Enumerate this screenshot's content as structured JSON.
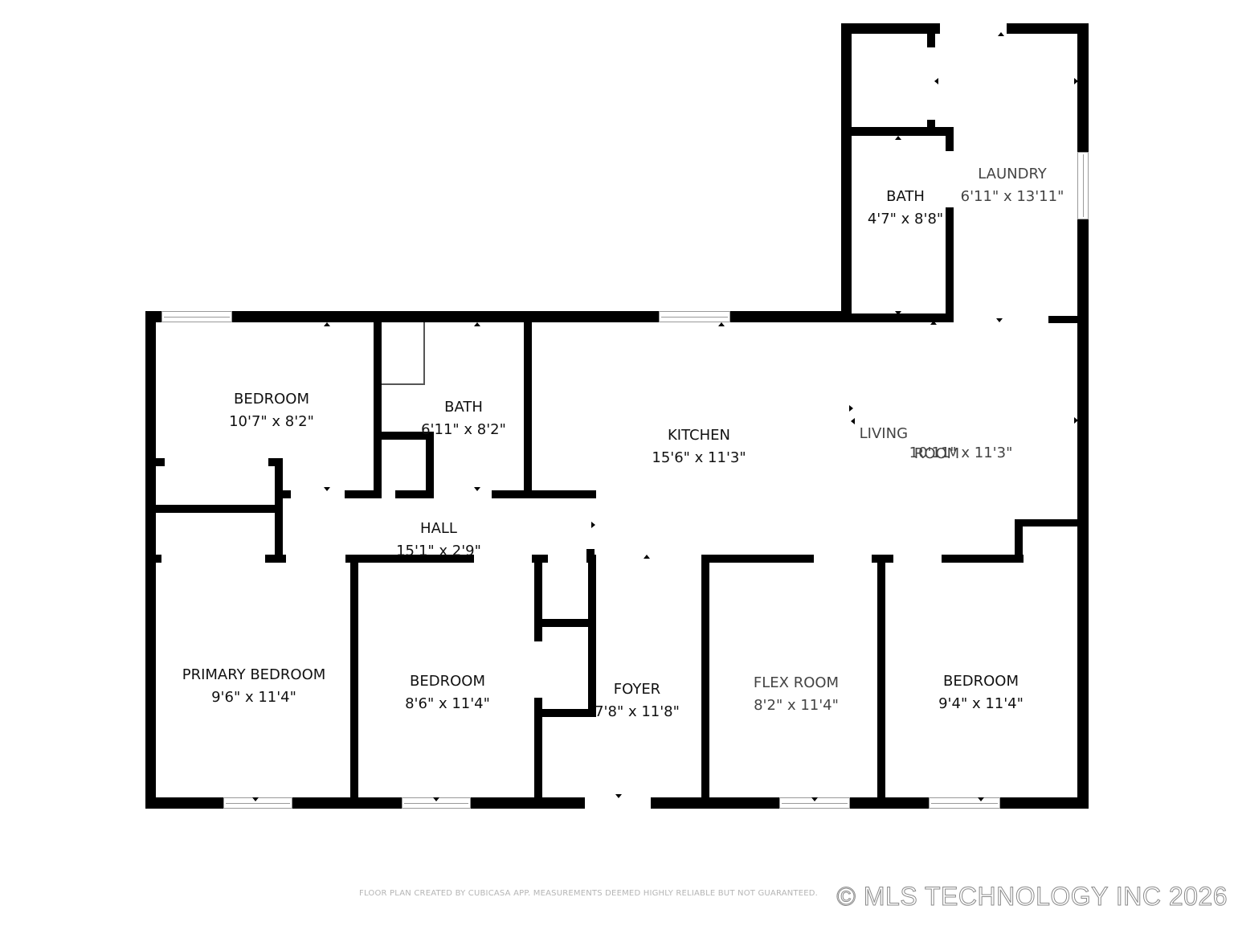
{
  "floor_plan": {
    "rooms": [
      {
        "id": "laundry",
        "name": "LAUNDRY",
        "dimensions": "6'11\" x 13'11\""
      },
      {
        "id": "bath-upper",
        "name": "BATH",
        "dimensions": "4'7\" x 8'8\""
      },
      {
        "id": "bedroom-nw",
        "name": "BEDROOM",
        "dimensions": "10'7\" x 8'2\""
      },
      {
        "id": "bath-main",
        "name": "BATH",
        "dimensions": "6'11\" x 8'2\""
      },
      {
        "id": "kitchen",
        "name": "KITCHEN",
        "dimensions": "15'6\" x 11'3\""
      },
      {
        "id": "living-room",
        "name": "LIVING ROOM",
        "name_line1": "LIVING",
        "name_line2": "ROOM",
        "dimensions": "10'11\" x 11'3\""
      },
      {
        "id": "hall",
        "name": "HALL",
        "dimensions": "15'1\" x 2'9\""
      },
      {
        "id": "primary-bedroom",
        "name": "PRIMARY BEDROOM",
        "dimensions": "9'6\" x 11'4\""
      },
      {
        "id": "bedroom-sw",
        "name": "BEDROOM",
        "dimensions": "8'6\" x 11'4\""
      },
      {
        "id": "foyer",
        "name": "FOYER",
        "dimensions": "7'8\" x 11'8\""
      },
      {
        "id": "flex-room",
        "name": "FLEX ROOM",
        "dimensions": "8'2\" x 11'4\""
      },
      {
        "id": "bedroom-se",
        "name": "BEDROOM",
        "dimensions": "9'4\" x 11'4\""
      }
    ]
  },
  "footer": {
    "disclaimer": "FLOOR PLAN CREATED BY CUBICASA APP. MEASUREMENTS DEEMED HIGHLY RELIABLE BUT NOT GUARANTEED.",
    "copyright": "© MLS TECHNOLOGY INC 2026"
  },
  "colors": {
    "wall": "#000000",
    "background": "#ffffff",
    "label": "#111111",
    "watermark": "#8a8a8a"
  }
}
